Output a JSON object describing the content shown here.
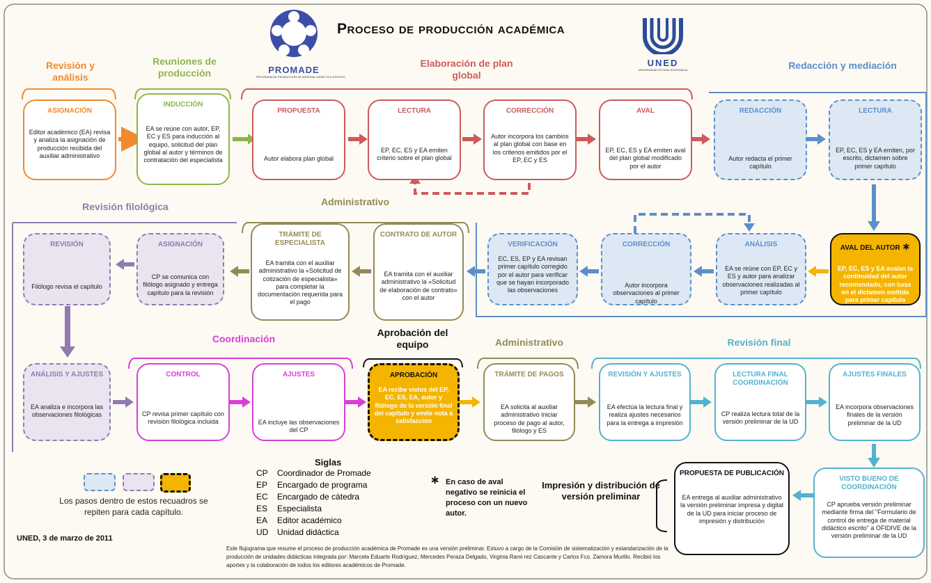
{
  "title": "Proceso de producción académica",
  "logos": {
    "promade": "PROMADE",
    "promade_sub": "PROGRAMA DE PRODUCCIÓN DE MATERIAL DIDÁCTICO ESCRITO",
    "uned": "UNED",
    "uned_sub": "UNIVERSIDAD ESTATAL A DISTANCIA"
  },
  "stages": {
    "revision_analisis": "Revisión y análisis",
    "reuniones": "Reuniones de producción",
    "elaboracion": "Elaboración de plan global",
    "redaccion": "Redacción y mediación",
    "administrativo1": "Administrativo",
    "revision_filologica": "Revisión filológica",
    "coordinacion": "Coordinación",
    "aprobacion_equipo": "Aprobación del equipo",
    "administrativo2": "Administrativo",
    "revision_final": "Revisión final",
    "impresion": "Impresión y distribución de versión preliminar"
  },
  "boxes": {
    "asignacion1": {
      "title": "ASIGNACIÓN",
      "text": "Editor académico (EA) revisa y analiza la asignación de producción recibida del auxiliar administrativo"
    },
    "induccion": {
      "title": "INDUCCIÓN",
      "text": "EA se reúne con autor, EP, EC y ES para inducción al equipo, solicitud del plan global al autor y términos de contratación del especialista"
    },
    "propuesta": {
      "title": "PROPUESTA",
      "text": "Autor elabora plan global"
    },
    "lectura1": {
      "title": "LECTURA",
      "text": "EP, EC, ES y EA emiten criterio sobre el plan global"
    },
    "correccion1": {
      "title": "CORRECCIÓN",
      "text": "Autor incorpora los cambios al plan global con base en los criterios emitidos por el EP, EC y ES"
    },
    "aval": {
      "title": "AVAL",
      "text": "EP, EC, ES y EA emiten aval del plan global modificado por el autor"
    },
    "redaccion": {
      "title": "REDACCIÓN",
      "text": "Autor redacta el primer capítulo"
    },
    "lectura2": {
      "title": "LECTURA",
      "text": "EP, EC, ES y EA emiten, por escrito, dictamen sobre primer capítulo"
    },
    "revision": {
      "title": "REVISIÓN",
      "text": "Filólogo revisa el capítulo"
    },
    "asignacion2": {
      "title": "ASIGNACIÓN",
      "text": "CP se comunica con filólogo asignado y entrega capítulo para la revisión"
    },
    "tramite_esp": {
      "title": "TRÁMITE DE ESPECIALISTA",
      "text": "EA tramita con el auxiliar administrativo la «Solicitud de cotización de especialista» para completar la documentación requerida para el pago"
    },
    "contrato": {
      "title": "CONTRATO DE AUTOR",
      "text": "EA tramita con el auxiliar administrativo la «Solicitud de elaboración de contrato» con el autor"
    },
    "verificacion": {
      "title": "VERIFICACIÓN",
      "text": "EC, ES, EP y EA revisan primer capítulo corregido por el autor para verificar que se hayan incorporado las observaciones"
    },
    "correccion2": {
      "title": "CORRECCIÓN",
      "text": "Autor incorpora observaciones al primer capítulo"
    },
    "analisis": {
      "title": "ANÁLISIS",
      "text": "EA se reúne con EP, EC y ES y autor para analizar observaciones realizadas al primer capítulo"
    },
    "aval_autor": {
      "title": "AVAL DEL AUTOR",
      "star": "∗",
      "text": "EP, EC, ES y EA avalan la continuidad del autor recomendado, con base en el dictamen emitido para primer capítulo"
    },
    "analisis_ajustes": {
      "title": "ANÁLISIS Y AJUSTES",
      "text": "EA analiza e incorpora las observaciones filológicas"
    },
    "control": {
      "title": "CONTROL",
      "text": "CP revisa primer capítulo con revisión filológica incluida"
    },
    "ajustes": {
      "title": "AJUSTES",
      "text": "EA incluye las observaciones del CP"
    },
    "aprobacion": {
      "title": "APROBACIÓN",
      "text": "EA recibe vistos del EP, EC, ES, EA, autor y filólogo de la versión final del capítulo y emite nota a satisfacción"
    },
    "tramite_pagos": {
      "title": "TRÁMITE DE PAGOS",
      "text": "EA solicita al auxiliar administrativo iniciar proceso de pago al autor, filólogo y ES"
    },
    "revision_ajustes": {
      "title": "REVISIÓN Y AJUSTES",
      "text": "EA efectúa la lectura final y realiza ajustes necesarios para la entrega a impresión"
    },
    "lectura_final": {
      "title": "LECTURA FINAL COORDINACIÓN",
      "text": "CP realiza lectura total de la versión preliminar de la UD"
    },
    "ajustes_finales": {
      "title": "AJUSTES FINALES",
      "text": "EA incorpora observaciones finales de la versión preliminar de la UD"
    },
    "visto_bueno": {
      "title": "VISTO BUENO DE COORDINACIÓN",
      "text": "CP aprueba versión preliminar mediante firma del \"Formulario de control de entrega de material didáctico escrito\" a OFIDIVE de la versión preliminar de la UD"
    },
    "propuesta_pub": {
      "title": "PROPUESTA DE PUBLICACIÓN",
      "text": "EA entrega al auxiliar administrativo la versión preliminar impresa y digital de la UD para iniciar proceso de impresión y distribución"
    }
  },
  "legend": {
    "text": "Los pasos dentro de estos recuadros se repiten para cada capítulo."
  },
  "date": "UNED, 3 de marzo de 2011",
  "siglas": {
    "title": "Siglas",
    "items": [
      {
        "k": "CP",
        "v": "Coordinador de Promade"
      },
      {
        "k": "EP",
        "v": "Encargado de programa"
      },
      {
        "k": "EC",
        "v": "Encargado de cátedra"
      },
      {
        "k": "ES",
        "v": "Especialista"
      },
      {
        "k": "EA",
        "v": "Editor académico"
      },
      {
        "k": "UD",
        "v": "Unidad didáctica"
      }
    ]
  },
  "note": {
    "star": "∗",
    "text": "En caso de aval negativo se reinicia el proceso con un nuevo autor."
  },
  "footer": "Este flujograma que resume el proceso de producción académica de Promade es una versión preliminar. Estuvo a cargo de la Comisión de sistematización y estandarización de la producción de unidades didácticas integrada por: Marcela Eduarte Rodríguez, Mercedes Peraza Delgado, Virginia Rami rez Cascante y Carlos Fco. Zamora Murillo. Recibió los aportes y la colaboración de todos los editores académicos de Promade.",
  "colors": {
    "orange": "#ef8a2e",
    "green": "#8db548",
    "red": "#cc5a5a",
    "blue": "#5b8fca",
    "olive": "#948a56",
    "purple": "#8f7bb0",
    "magenta": "#d640d6",
    "gold": "#f5b400",
    "cyan": "#52b2cf",
    "black": "#111111"
  }
}
